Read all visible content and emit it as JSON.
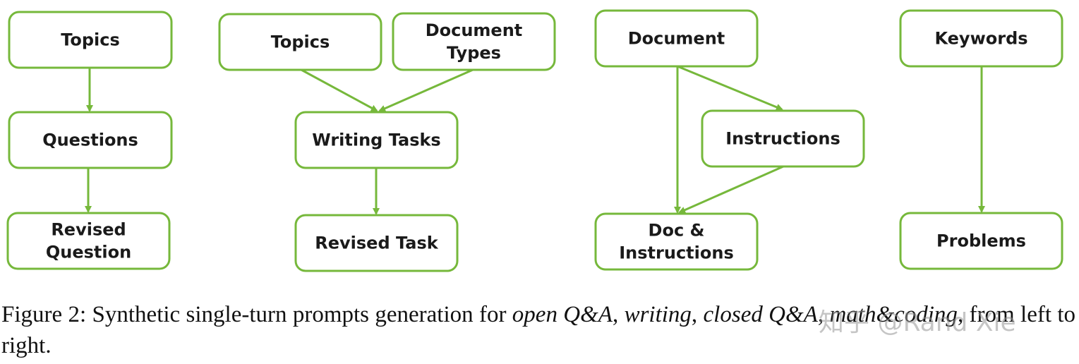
{
  "colors": {
    "box_border": "#76b83b",
    "arrow": "#76b83b",
    "text": "#1a1a1a"
  },
  "diagrams": [
    {
      "id": "open-qa",
      "nodes": {
        "topics": [
          "Topics"
        ],
        "questions": [
          "Questions"
        ],
        "revised": [
          "Revised",
          "Question"
        ]
      }
    },
    {
      "id": "writing",
      "nodes": {
        "topics": [
          "Topics"
        ],
        "doc_types": [
          "Document",
          "Types"
        ],
        "tasks": [
          "Writing Tasks"
        ],
        "revised": [
          "Revised Task"
        ]
      }
    },
    {
      "id": "closed-qa",
      "nodes": {
        "document": [
          "Document"
        ],
        "instructions": [
          "Instructions"
        ],
        "doc_instr": [
          "Doc &",
          "Instructions"
        ]
      }
    },
    {
      "id": "math-coding",
      "nodes": {
        "keywords": [
          "Keywords"
        ],
        "problems": [
          "Problems"
        ]
      }
    }
  ],
  "caption": {
    "prefix": "Figure 2:  Synthetic single-turn prompts generation for ",
    "open_qa": "open Q&A",
    "sep1": ", ",
    "writing": "writing",
    "sep2": ", ",
    "closed_qa": "closed Q&A",
    "sep3": ", ",
    "math_coding": "math&coding",
    "suffix": ", from left to right."
  },
  "watermark": "知乎 @Rand Xie"
}
